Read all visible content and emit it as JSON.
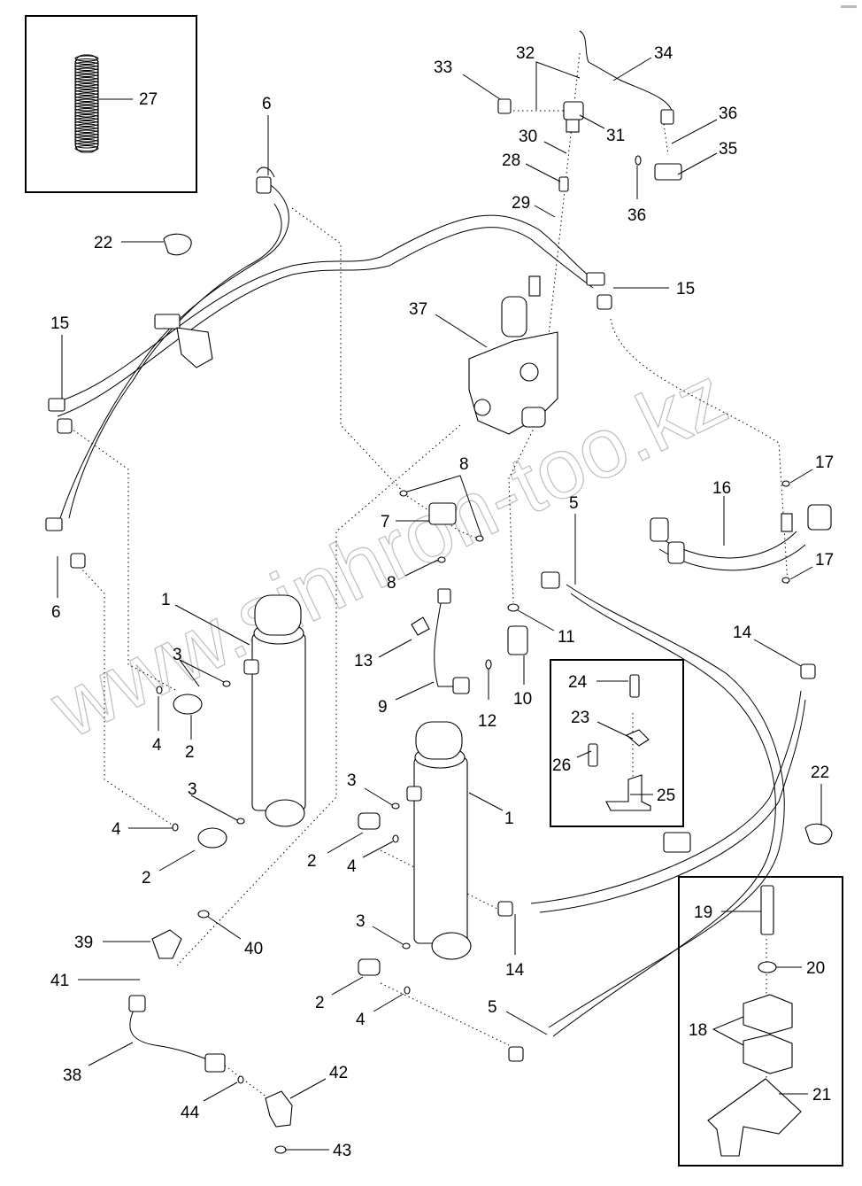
{
  "diagram": {
    "type": "exploded-parts-diagram",
    "subject": "hydraulic lift cylinders, control valve, hoses and fittings",
    "watermark": "www.sinhron-too.kz",
    "callouts": [
      {
        "id": "c27",
        "label": "27",
        "part": "spring"
      },
      {
        "id": "c6a",
        "label": "6",
        "part": "hose"
      },
      {
        "id": "c22a",
        "label": "22",
        "part": "hose clamp"
      },
      {
        "id": "c15a",
        "label": "15",
        "part": "hose"
      },
      {
        "id": "c6b",
        "label": "6",
        "part": "hose"
      },
      {
        "id": "c33",
        "label": "33",
        "part": "cap"
      },
      {
        "id": "c32",
        "label": "32",
        "part": "o-ring"
      },
      {
        "id": "c34",
        "label": "34",
        "part": "tube"
      },
      {
        "id": "c31",
        "label": "31",
        "part": "tee fitting"
      },
      {
        "id": "c30",
        "label": "30",
        "part": "o-ring"
      },
      {
        "id": "c28",
        "label": "28",
        "part": "adapter"
      },
      {
        "id": "c29",
        "label": "29",
        "part": "o-ring"
      },
      {
        "id": "c36a",
        "label": "36",
        "part": "o-ring"
      },
      {
        "id": "c35",
        "label": "35",
        "part": "tee fitting"
      },
      {
        "id": "c36b",
        "label": "36",
        "part": "o-ring"
      },
      {
        "id": "c15b",
        "label": "15",
        "part": "hose"
      },
      {
        "id": "c37",
        "label": "37",
        "part": "control valve"
      },
      {
        "id": "c8a",
        "label": "8",
        "part": "o-ring"
      },
      {
        "id": "c7",
        "label": "7",
        "part": "elbow fitting"
      },
      {
        "id": "c8b",
        "label": "8",
        "part": "o-ring"
      },
      {
        "id": "c17a",
        "label": "17",
        "part": "o-ring"
      },
      {
        "id": "c16",
        "label": "16",
        "part": "tube"
      },
      {
        "id": "c17b",
        "label": "17",
        "part": "o-ring"
      },
      {
        "id": "c5a",
        "label": "5",
        "part": "hose"
      },
      {
        "id": "c11",
        "label": "11",
        "part": "o-ring"
      },
      {
        "id": "c13",
        "label": "13",
        "part": "clip"
      },
      {
        "id": "c9",
        "label": "9",
        "part": "tube"
      },
      {
        "id": "c12",
        "label": "12",
        "part": "o-ring"
      },
      {
        "id": "c10",
        "label": "10",
        "part": "elbow fitting"
      },
      {
        "id": "c14a",
        "label": "14",
        "part": "hose"
      },
      {
        "id": "c1a",
        "label": "1",
        "part": "hydraulic cylinder"
      },
      {
        "id": "c3a",
        "label": "3",
        "part": "o-ring"
      },
      {
        "id": "c4a",
        "label": "4",
        "part": "o-ring"
      },
      {
        "id": "c2a",
        "label": "2",
        "part": "elbow fitting"
      },
      {
        "id": "c24",
        "label": "24",
        "part": "bolt"
      },
      {
        "id": "c23",
        "label": "23",
        "part": "clip"
      },
      {
        "id": "c26",
        "label": "26",
        "part": "screw"
      },
      {
        "id": "c25",
        "label": "25",
        "part": "bracket"
      },
      {
        "id": "c22b",
        "label": "22",
        "part": "hose clamp"
      },
      {
        "id": "c3b",
        "label": "3",
        "part": "o-ring"
      },
      {
        "id": "c4b",
        "label": "4",
        "part": "o-ring"
      },
      {
        "id": "c2b",
        "label": "2",
        "part": "elbow fitting"
      },
      {
        "id": "c3c",
        "label": "3",
        "part": "o-ring"
      },
      {
        "id": "c1b",
        "label": "1",
        "part": "hydraulic cylinder"
      },
      {
        "id": "c2c",
        "label": "2",
        "part": "elbow fitting"
      },
      {
        "id": "c4c",
        "label": "4",
        "part": "o-ring"
      },
      {
        "id": "c19",
        "label": "19",
        "part": "bolt"
      },
      {
        "id": "c20",
        "label": "20",
        "part": "washer"
      },
      {
        "id": "c39",
        "label": "39",
        "part": "elbow fitting"
      },
      {
        "id": "c40",
        "label": "40",
        "part": "o-ring"
      },
      {
        "id": "c3d",
        "label": "3",
        "part": "o-ring"
      },
      {
        "id": "c14b",
        "label": "14",
        "part": "hose"
      },
      {
        "id": "c41",
        "label": "41",
        "part": "o-ring"
      },
      {
        "id": "c2d",
        "label": "2",
        "part": "elbow fitting"
      },
      {
        "id": "c4d",
        "label": "4",
        "part": "o-ring"
      },
      {
        "id": "c5b",
        "label": "5",
        "part": "hose"
      },
      {
        "id": "c18",
        "label": "18",
        "part": "clamp halves"
      },
      {
        "id": "c38",
        "label": "38",
        "part": "tube"
      },
      {
        "id": "c42",
        "label": "42",
        "part": "elbow fitting"
      },
      {
        "id": "c44",
        "label": "44",
        "part": "o-ring"
      },
      {
        "id": "c21",
        "label": "21",
        "part": "bracket"
      },
      {
        "id": "c43",
        "label": "43",
        "part": "o-ring"
      }
    ],
    "insets": [
      {
        "id": "inset-spring",
        "contains": [
          "27"
        ]
      },
      {
        "id": "inset-clip-bracket",
        "contains": [
          "24",
          "23",
          "26",
          "25"
        ]
      },
      {
        "id": "inset-clamp-bracket",
        "contains": [
          "19",
          "20",
          "18",
          "21"
        ]
      }
    ]
  }
}
